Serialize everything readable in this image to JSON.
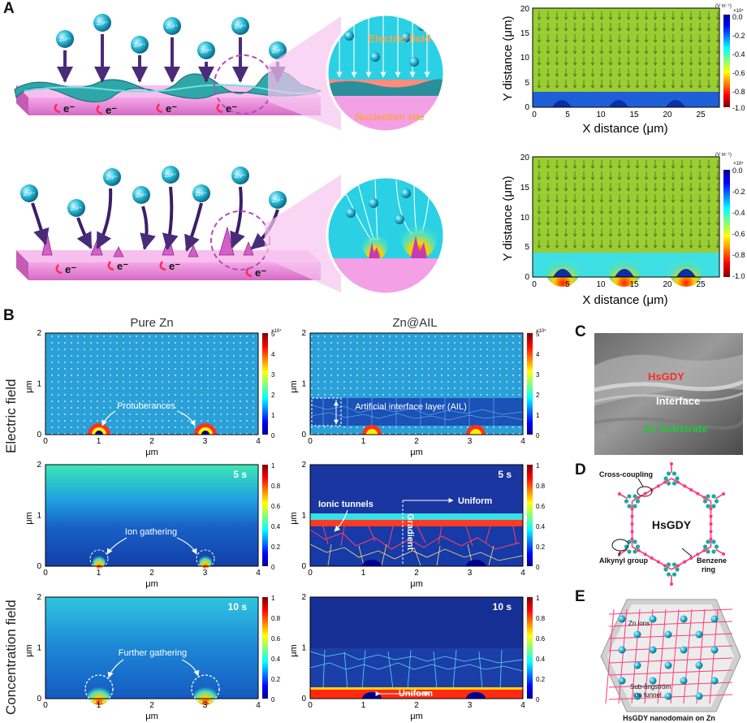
{
  "panels": {
    "A": "A",
    "B": "B",
    "C": "C",
    "D": "D",
    "E": "E"
  },
  "panelA": {
    "ion": "Zn²⁺",
    "electron": "e⁻",
    "callout_top": {
      "field": "Electric field",
      "site": "Nucleation site"
    },
    "sim_top": {
      "xlabel": "X distance (μm)",
      "ylabel": "Y distance (μm)",
      "xticks": [
        "0",
        "5",
        "10",
        "15",
        "20",
        "25"
      ],
      "yticks": [
        "0",
        "5",
        "10",
        "15",
        "20"
      ],
      "unit": "(V m⁻¹)",
      "exp": "×10⁴",
      "cbar_ticks": [
        "0.0",
        "-0.2",
        "-0.4",
        "-0.6",
        "-0.8",
        "-1.0"
      ]
    },
    "sim_bottom": {
      "xlabel": "X distance (μm)",
      "ylabel": "Y distance (μm)",
      "xticks": [
        "0",
        "5",
        "10",
        "15",
        "20",
        "25"
      ],
      "yticks": [
        "0",
        "5",
        "10",
        "15",
        "20"
      ],
      "unit": "(V m⁻¹)",
      "exp": "×10⁴",
      "cbar_ticks": [
        "0.0",
        "-0.2",
        "-0.4",
        "-0.6",
        "-0.8",
        "-1.0"
      ]
    }
  },
  "panelB": {
    "col_left": "Pure Zn",
    "col_right": "Zn@AIL",
    "row_electric": "Electric field",
    "row_concentration": "Concentration field",
    "xlabel": "μm",
    "ylabel": "μm",
    "xticks": [
      "0",
      "1",
      "2",
      "3",
      "4"
    ],
    "yticks": [
      "0",
      "1",
      "2"
    ],
    "ef_cbar": [
      "5",
      "4",
      "3",
      "2",
      "1",
      "0"
    ],
    "ef_exp": "×10⁴",
    "conc_cbar": [
      "1",
      "0.8",
      "0.6",
      "0.4",
      "0.2",
      "0"
    ],
    "labels": {
      "protuberances": "Protuberances",
      "ail": "Artificial interface layer (AIL)",
      "t5": "5 s",
      "t10": "10 s",
      "ion_gathering": "Ion gathering",
      "ionic_tunnels": "Ionic tunnels",
      "gradient": "Gradient",
      "uniform": "Uniform",
      "further": "Further gathering"
    }
  },
  "panelC": {
    "hsgdy": "HsGDY",
    "interface": "Interface",
    "substrate": "Zn Substrate"
  },
  "panelD": {
    "cross": "Cross-coupling",
    "center": "HsGDY",
    "alkynyl": "Alkynyl group",
    "benzene1": "Benzene",
    "benzene2": "ring"
  },
  "panelE": {
    "zn": "Zn ions",
    "tunnel1": "Sub-ångström",
    "tunnel2": "ion tunnel",
    "caption": "HsGDY nanodomain on Zn"
  }
}
